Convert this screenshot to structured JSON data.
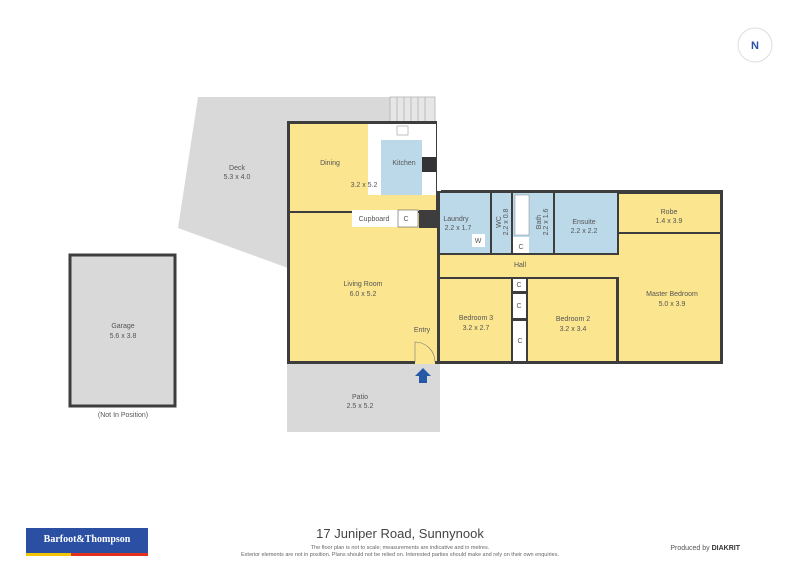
{
  "compass": {
    "label": "N"
  },
  "rooms": {
    "deck": {
      "name": "Deck",
      "size": "5.3 x 4.0"
    },
    "dining": {
      "name": "Dining"
    },
    "kitchen": {
      "name": "Kitchen",
      "size": "3.2 x 5.2"
    },
    "cupboard": {
      "name": "Cupboard"
    },
    "laundry": {
      "name": "Laundry",
      "size": "2.2 x 1.7"
    },
    "wc": {
      "name": "WC",
      "size": "2.2 x 0.8"
    },
    "bath": {
      "name": "Bath",
      "size": "2.2 x 1.6"
    },
    "ensuite": {
      "name": "Ensuite",
      "size": "2.2 x 2.2"
    },
    "robe": {
      "name": "Robe",
      "size": "1.4 x 3.9"
    },
    "hall": {
      "name": "Hall"
    },
    "living": {
      "name": "Living Room",
      "size": "6.0 x 5.2"
    },
    "entry": {
      "name": "Entry"
    },
    "bedroom3": {
      "name": "Bedroom 3",
      "size": "3.2 x 2.7"
    },
    "bedroom2": {
      "name": "Bedroom 2",
      "size": "3.2 x 3.4"
    },
    "master": {
      "name": "Master Bedroom",
      "size": "5.0 x 3.9"
    },
    "patio": {
      "name": "Patio",
      "size": "2.5 x 5.2"
    },
    "garage": {
      "name": "Garage",
      "size": "5.6 x 3.8",
      "note": "(Not In Position)"
    }
  },
  "closet_label": "C",
  "washer_label": "W",
  "colors": {
    "living": "#fbe58e",
    "wet": "#bcd9ea",
    "exterior": "#d9d9d9",
    "wall": "#3d3d3d",
    "entry_arrow": "#2559a7"
  },
  "footer": {
    "address": "17 Juniper Road, Sunnynook",
    "disclaimer_1": "The floor plan is not to scale; measurements are indicative and in metres.",
    "disclaimer_2": "Exterior elements are not in position. Plans should not be relied on. Interested parties should make and rely on their own enquiries.",
    "produced_by": "Produced by",
    "producer": "DIAKRIT",
    "logo_text": "Barfoot&Thompson"
  }
}
